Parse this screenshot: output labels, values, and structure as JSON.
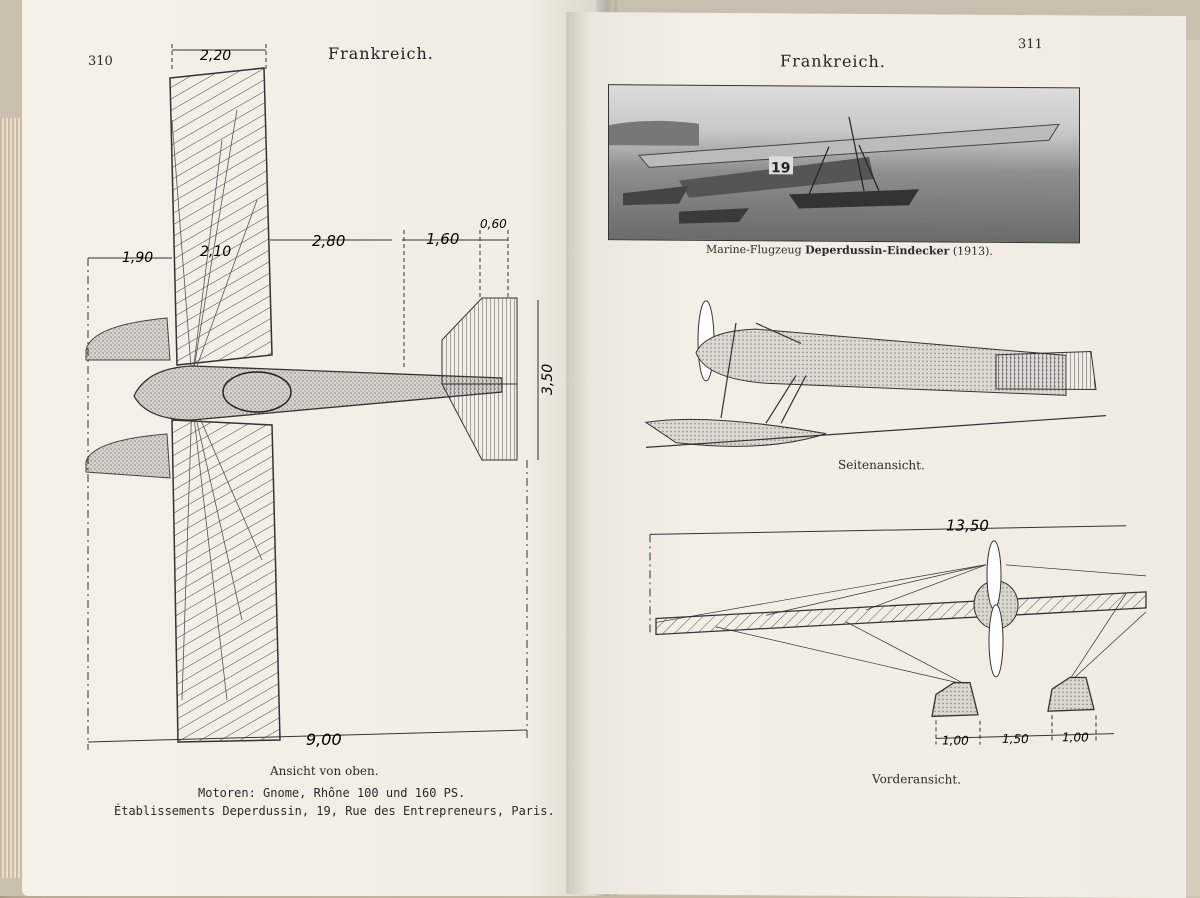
{
  "left_page": {
    "page_number": "310",
    "running_head": "Frankreich.",
    "dimensions": {
      "wing_chord": "2,20",
      "nose": "1,90",
      "center": "2,10",
      "fuselage_mid": "2,80",
      "rear": "1,60",
      "tail": "0,60",
      "tail_span": "3,50",
      "span": "9,00"
    },
    "view_caption": "Ansicht von oben.",
    "engines": "Motoren: Gnome, Rhône 100 und 160 PS.",
    "manufacturer": "Établissements Deperdussin, 19, Rue des Entrepreneurs, Paris."
  },
  "right_page": {
    "page_number": "311",
    "running_head": "Frankreich.",
    "photo_caption_prefix": "Marine-Flugzeug ",
    "photo_caption_bold": "Deperdussin-Eindecker",
    "photo_caption_suffix": " (1913).",
    "photo_number": "19",
    "side_caption": "Seitenansicht.",
    "front_span": "13,50",
    "front_dims": [
      "1,00",
      "1,50",
      "1,00"
    ],
    "front_caption": "Vorderansicht."
  }
}
